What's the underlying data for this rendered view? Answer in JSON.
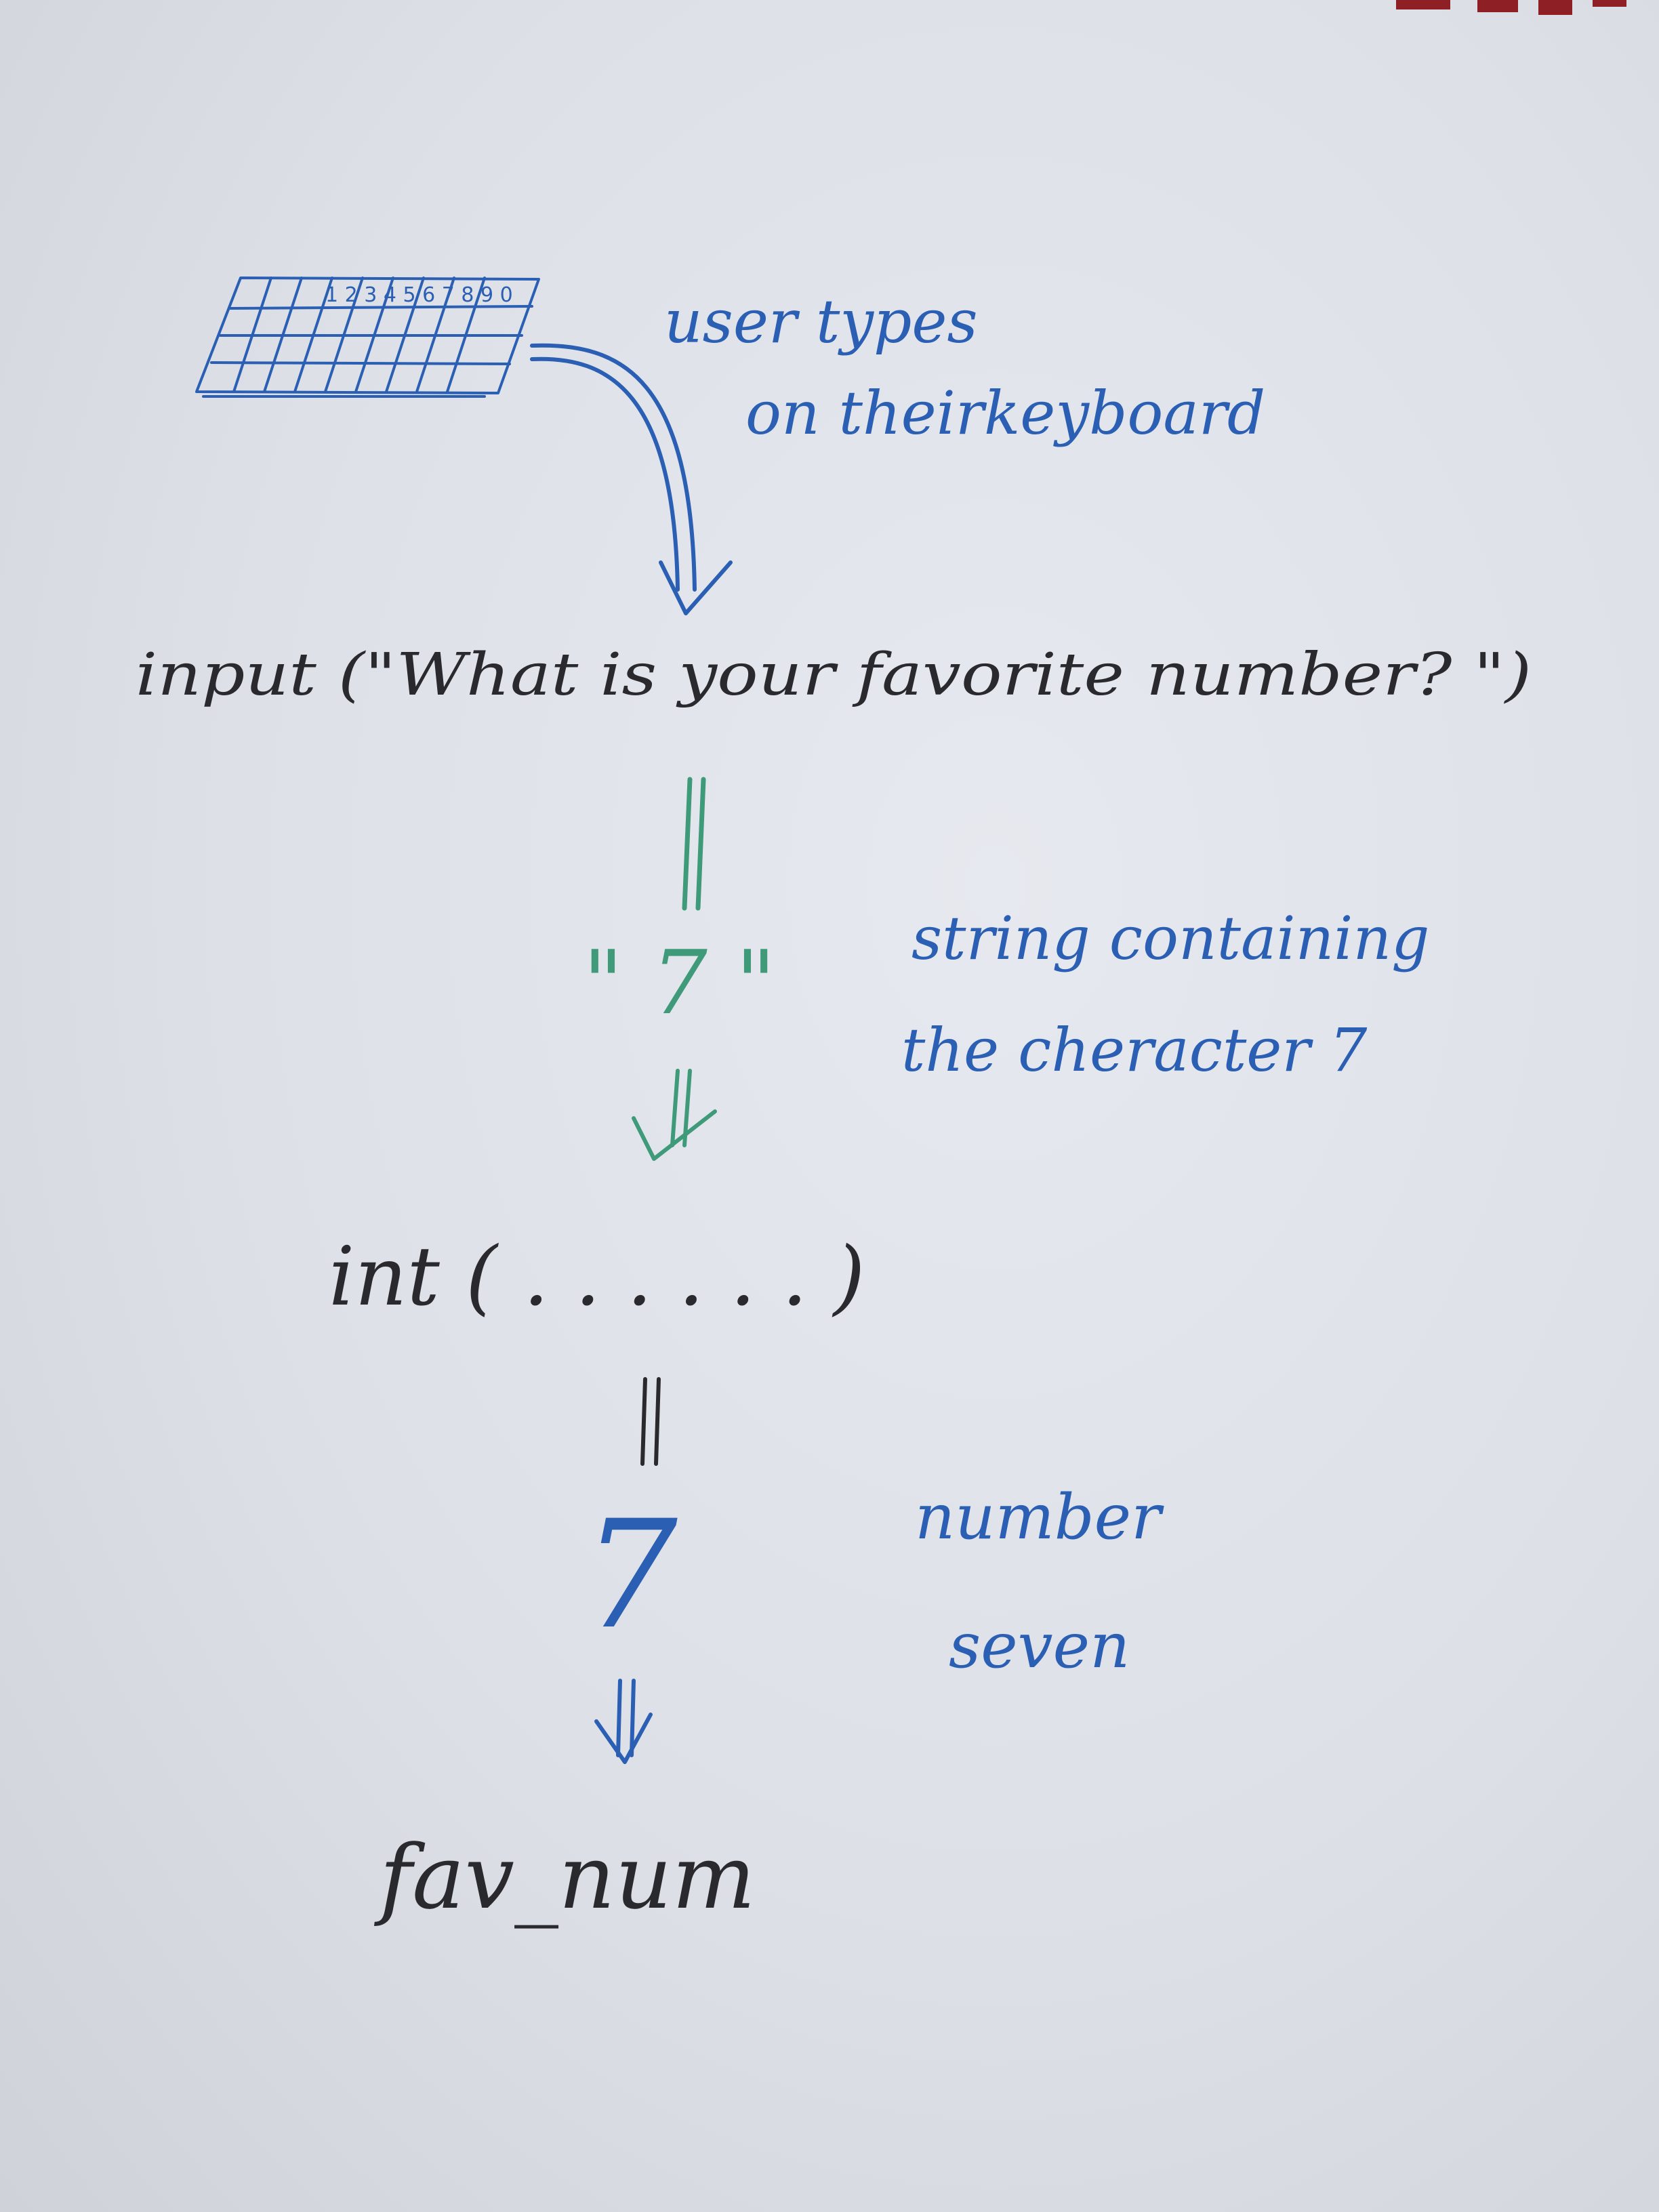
{
  "annotations": {
    "user_types": "user types",
    "on_keyboard": "on theirkeyboard",
    "string_line1": "string containing",
    "string_line2": "the cheracter 7",
    "number_line1": "number",
    "number_line2": "seven"
  },
  "code": {
    "input_call": "input (\"What is your favorite number? \")",
    "string_value": "\" 7 \"",
    "int_call": "int ( . . . . . . )",
    "number_value": "7",
    "variable": "fav_num"
  },
  "keyboard_keys": "1 2 3 4 5 6 7 8 9 0",
  "colors": {
    "blue_ink": "#2a5fb4",
    "black_ink": "#2a2a2e",
    "green_ink": "#3f9a7a",
    "paper": "#e3e6ec"
  }
}
